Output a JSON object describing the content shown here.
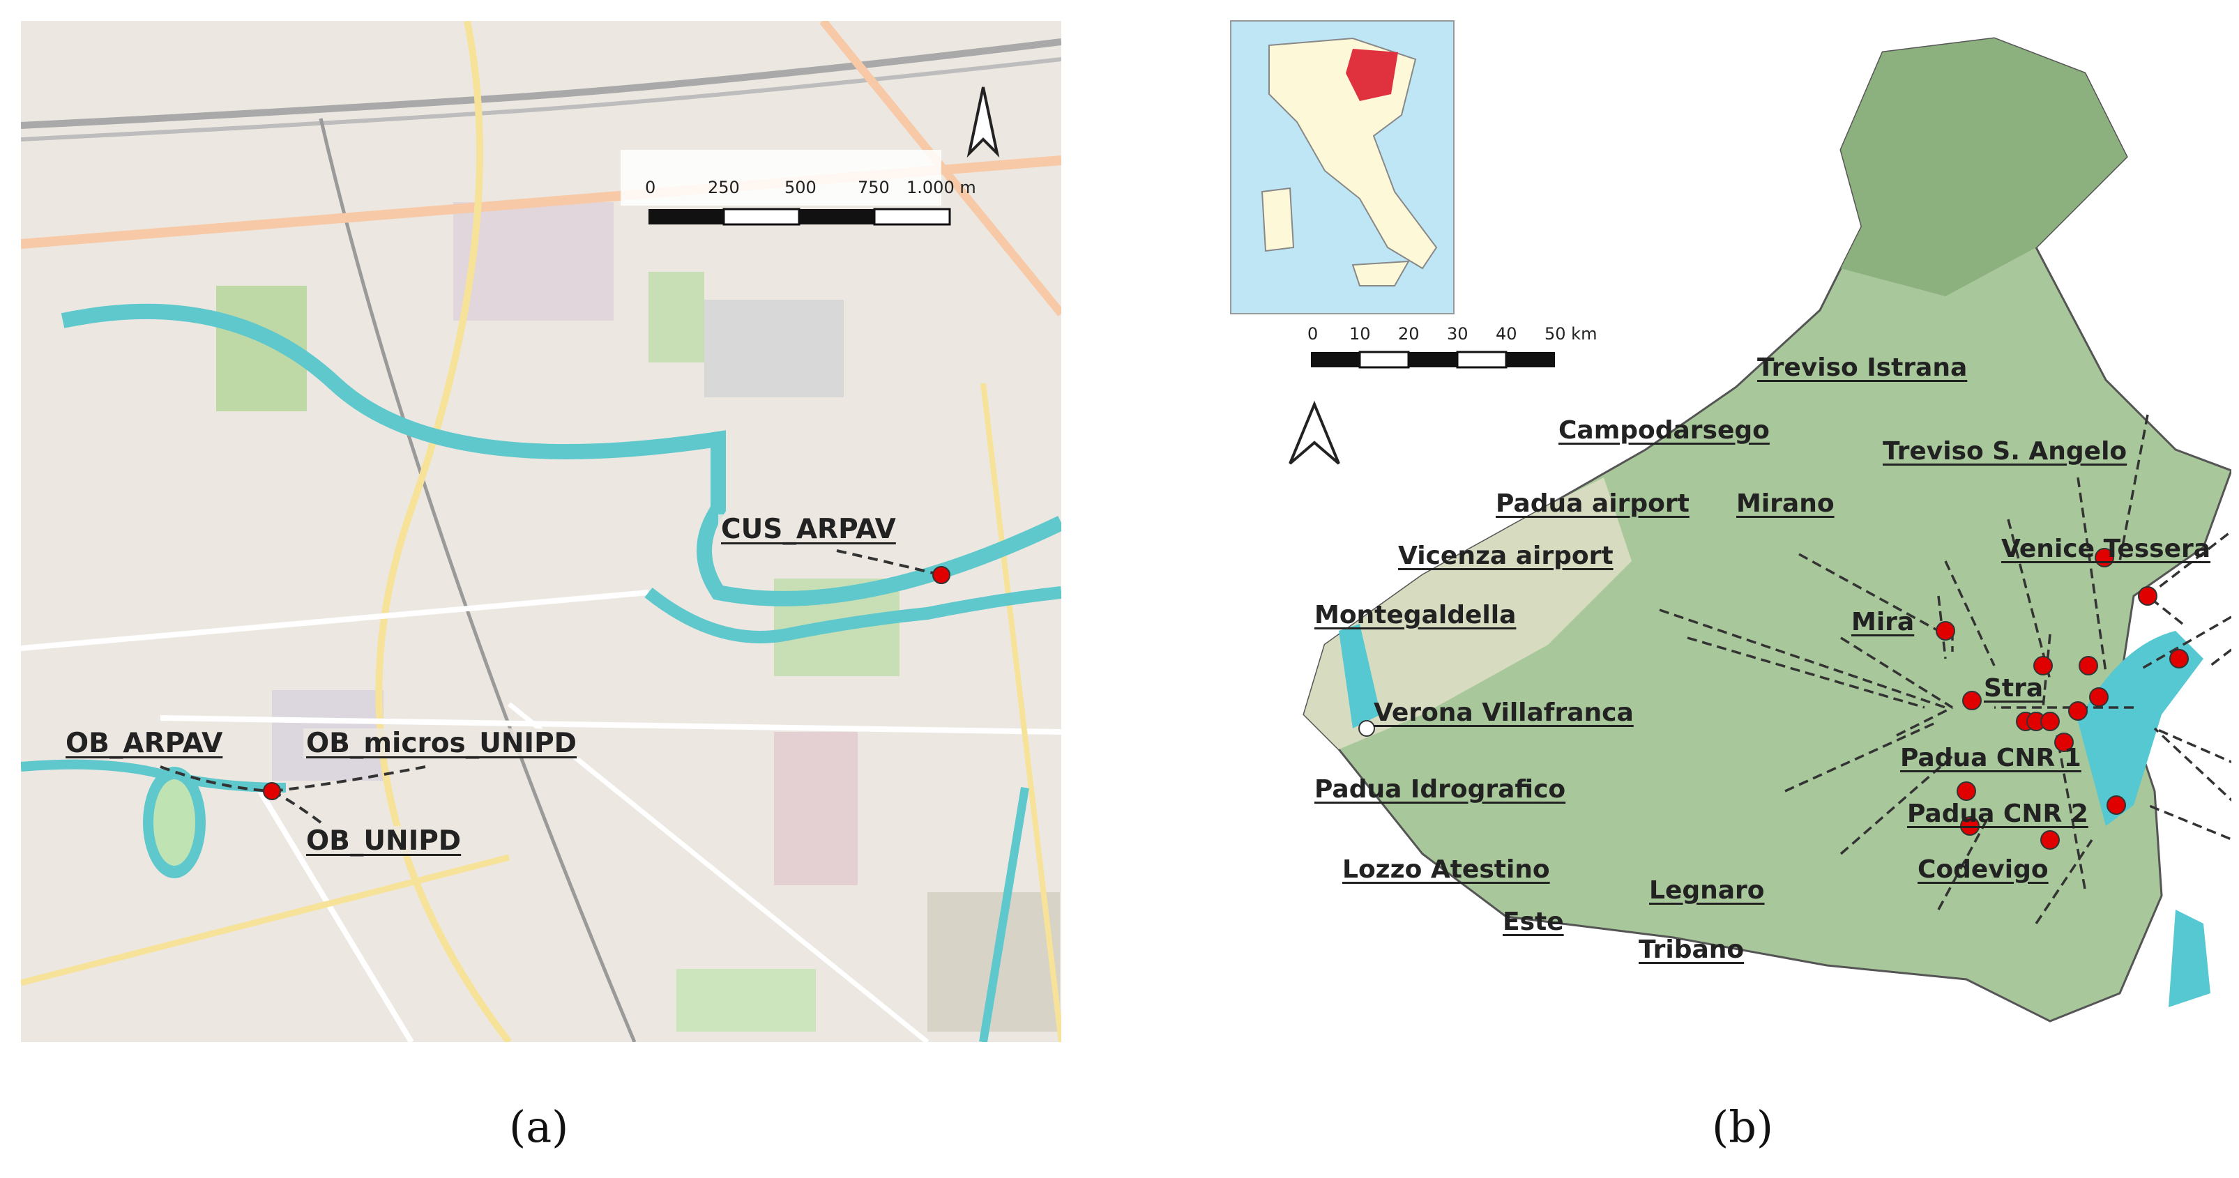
{
  "panel_a": {
    "scale_ticks": [
      "0",
      "250",
      "500",
      "750",
      "1.000 m"
    ],
    "stations": {
      "cus_arpav": "CUS_ARPAV",
      "ob_arpav": "OB_ARPAV",
      "ob_micros_unipd": "OB_micros_UNIPD",
      "ob_unipd": "OB_UNIPD"
    },
    "colors": {
      "river": "#5fc8cc",
      "station": "#e10000",
      "background": "#ece8e1"
    }
  },
  "panel_b": {
    "scale_ticks": [
      "0",
      "10",
      "20",
      "30",
      "40",
      "50 km"
    ],
    "stations": {
      "treviso_istrana": "Treviso Istrana",
      "campodarsego": "Campodarsego",
      "treviso_s_angelo": "Treviso S. Angelo",
      "padua_airport": "Padua airport",
      "mirano": "Mirano",
      "vicenza_airport": "Vicenza airport",
      "venice_tessera": "Venice Tessera",
      "montegaldella": "Montegaldella",
      "mira": "Mira",
      "stra": "Stra",
      "verona_villafranca": "Verona Villafranca",
      "padua_cnr_1": "Padua CNR 1",
      "padua_idrografico": "Padua Idrografico",
      "padua_cnr_2": "Padua CNR 2",
      "lozzo_atestino": "Lozzo Atestino",
      "codevigo": "Codevigo",
      "legnaro": "Legnaro",
      "este": "Este",
      "tribano": "Tribano"
    },
    "colors": {
      "region": "#a8c79a",
      "lagoon": "#55c8d2",
      "station": "#e10000",
      "inset_highlight": "#e0323e"
    }
  },
  "captions": {
    "a": "(a)",
    "b": "(b)"
  }
}
